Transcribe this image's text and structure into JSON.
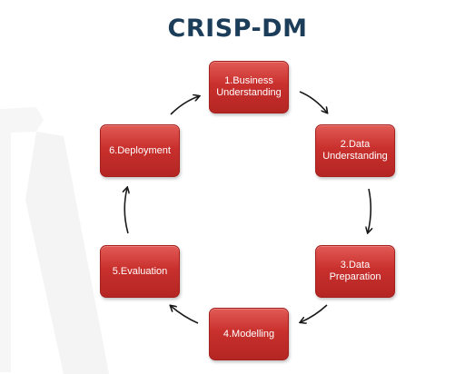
{
  "diagram": {
    "title": "CRISP-DM",
    "steps": [
      {
        "label": "1.Business\nUnderstanding"
      },
      {
        "label": "2.Data\nUnderstanding"
      },
      {
        "label": "3.Data\nPreparation"
      },
      {
        "label": "4.Modelling"
      },
      {
        "label": "5.Evaluation"
      },
      {
        "label": "6.Deployment"
      }
    ]
  },
  "colors": {
    "title": "#1c3d5a",
    "box_fill": "#c8302d",
    "box_text": "#ffffff",
    "arrow": "#1a1a1a"
  }
}
